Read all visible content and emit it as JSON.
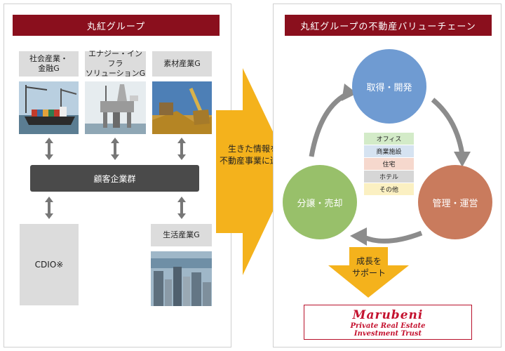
{
  "left": {
    "header": "丸紅グループ",
    "groups": [
      "社会産業・\n金融G",
      "エナジー・インフラ\nソリューションG",
      "素材産業G"
    ],
    "customer": "顧客企業群",
    "cdio": "CDIO※",
    "lifestyle": "生活産業G"
  },
  "transfer": "生きた情報を\n不動産事業に還元",
  "right": {
    "header": "丸紅グループの不動産バリューチェーン",
    "cycle": [
      "取得・開発",
      "管理・運営",
      "分譲・売却"
    ],
    "categories": [
      {
        "label": "オフィス",
        "color": "#d3ebc8"
      },
      {
        "label": "商業施設",
        "color": "#d6e3f1"
      },
      {
        "label": "住宅",
        "color": "#f6d8cd"
      },
      {
        "label": "ホテル",
        "color": "#d6d6d6"
      },
      {
        "label": "その他",
        "color": "#fbf0c2"
      }
    ],
    "support": "成長を\nサポート",
    "logo": {
      "brand": "Marubeni",
      "line1": "Private Real Estate",
      "line2": "Investment Trust"
    }
  },
  "colors": {
    "accent": "#8a0f1d",
    "arrow": "#f4b21c",
    "acquire": "#6f9bd2",
    "manage": "#c97b5d",
    "sell": "#98c06a",
    "cycleArrow": "#8c8c8c"
  }
}
